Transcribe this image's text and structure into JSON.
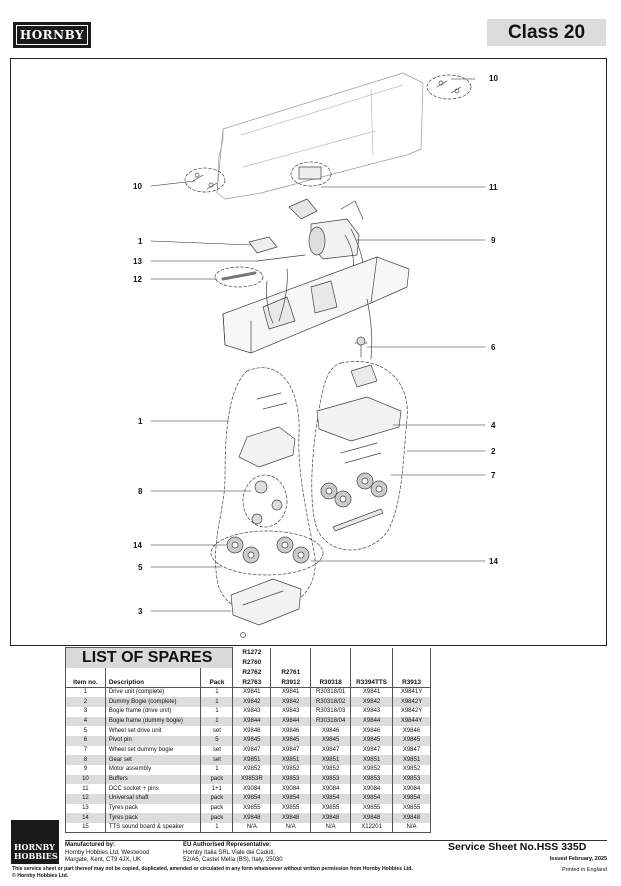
{
  "brand": "HORNBY",
  "title": "Class 20",
  "diagram": {
    "callouts": [
      {
        "id": "c-10a",
        "label": "10"
      },
      {
        "id": "c-10b",
        "label": "10"
      },
      {
        "id": "c-11",
        "label": "11"
      },
      {
        "id": "c-1a",
        "label": "1"
      },
      {
        "id": "c-9",
        "label": "9"
      },
      {
        "id": "c-13",
        "label": "13"
      },
      {
        "id": "c-12",
        "label": "12"
      },
      {
        "id": "c-6",
        "label": "6"
      },
      {
        "id": "c-1b",
        "label": "1"
      },
      {
        "id": "c-4",
        "label": "4"
      },
      {
        "id": "c-2",
        "label": "2"
      },
      {
        "id": "c-7",
        "label": "7"
      },
      {
        "id": "c-8",
        "label": "8"
      },
      {
        "id": "c-14a",
        "label": "14"
      },
      {
        "id": "c-14b",
        "label": "14"
      },
      {
        "id": "c-5",
        "label": "5"
      },
      {
        "id": "c-3",
        "label": "3"
      }
    ]
  },
  "spares": {
    "title": "LIST OF SPARES",
    "header_top": [
      "R1272",
      "",
      "",
      "",
      ""
    ],
    "header_mid1": [
      "R2760",
      "R2761",
      "",
      "",
      ""
    ],
    "header_mid2": [
      "R2762",
      "",
      "",
      "",
      ""
    ],
    "columns": {
      "item": "Item no.",
      "description": "Description",
      "pack": "Pack",
      "models": [
        "R2763",
        "R3912",
        "R30318",
        "R3394TTS",
        "R3913"
      ]
    },
    "rows": [
      {
        "item": "1",
        "desc": "Drive unit (complete)",
        "pack": "1",
        "v": [
          "X9841",
          "X9841",
          "R30318/01",
          "X9841",
          "X9841Y"
        ]
      },
      {
        "item": "2",
        "desc": "Dummy Bogie (complete)",
        "pack": "1",
        "v": [
          "X9842",
          "X9842",
          "R30318/02",
          "X9842",
          "X9842Y"
        ]
      },
      {
        "item": "3",
        "desc": "Bogie frame (drive unit)",
        "pack": "1",
        "v": [
          "X9843",
          "X9843",
          "R30318/03",
          "X9843",
          "X9842Y"
        ]
      },
      {
        "item": "4",
        "desc": "Bogie frame (dummy bogie)",
        "pack": "1",
        "v": [
          "X9844",
          "X9844",
          "R30318/04",
          "X9844",
          "X9844Y"
        ]
      },
      {
        "item": "5",
        "desc": "Wheel set drive unit",
        "pack": "set",
        "v": [
          "X9846",
          "X9846",
          "X9846",
          "X9846",
          "X9846"
        ]
      },
      {
        "item": "6",
        "desc": "Pivot pin",
        "pack": "5",
        "v": [
          "X9845",
          "X9845",
          "X9845",
          "X9845",
          "X9845"
        ]
      },
      {
        "item": "7",
        "desc": "Wheel set dummy bogie",
        "pack": "set",
        "v": [
          "X9847",
          "X9847",
          "X9847",
          "X9847",
          "X9847"
        ]
      },
      {
        "item": "8",
        "desc": "Gear set",
        "pack": "set",
        "v": [
          "X9851",
          "X9851",
          "X9851",
          "X9851",
          "X9851"
        ]
      },
      {
        "item": "9",
        "desc": "Motor assembly",
        "pack": "1",
        "v": [
          "X9852",
          "X9852",
          "X9852",
          "X9852",
          "X9852"
        ]
      },
      {
        "item": "10",
        "desc": "Buffers",
        "pack": "pack",
        "v": [
          "X9853R",
          "X9853",
          "X9853",
          "X9853",
          "X9853"
        ]
      },
      {
        "item": "11",
        "desc": "DCC socket + pins",
        "pack": "1+1",
        "v": [
          "X9084",
          "X9084",
          "X9084",
          "X9084",
          "X9084"
        ]
      },
      {
        "item": "12",
        "desc": "Universal shaft",
        "pack": "pack",
        "v": [
          "X9854",
          "X9854",
          "X9854",
          "X9854",
          "X9854"
        ]
      },
      {
        "item": "13",
        "desc": "Tyres pack",
        "pack": "pack",
        "v": [
          "X9855",
          "X9855",
          "X9855",
          "X9855",
          "X9855"
        ]
      },
      {
        "item": "14",
        "desc": "Tyres pack",
        "pack": "pack",
        "v": [
          "X9848",
          "X9848",
          "X9848",
          "X9848",
          "X9848"
        ]
      },
      {
        "item": "15",
        "desc": "TTS sound board & speaker",
        "pack": "1",
        "v": [
          "N/A",
          "N/A",
          "N/A",
          "X12201",
          "N/A"
        ]
      }
    ]
  },
  "footer": {
    "hh_logo_line1": "HORNBY",
    "hh_logo_line2": "HOBBIES",
    "manufactured_label": "Manufactured by:",
    "manufactured_line1": "Hornby Hobbies Ltd, Westwood",
    "manufactured_line2": "Margate, Kent, CT9 4JX, UK",
    "eu_label": "EU Authorised Representative:",
    "eu_line1": "Hornby Italia SRL Viale dei Caduti,",
    "eu_line2": "52/A6, Castel Mella (BS), Italy, 25030",
    "service_sheet": "Service Sheet No.HSS 335D",
    "issued": "Issued February, 2025",
    "printed": "Printed in England",
    "disclaimer": "This service sheet or part thereof may not be copied, duplicated, amended or circulated in any form whatsoever without written permission from Hornby Hobbies Ltd.",
    "copyright": "© Hornby Hobbies Ltd."
  }
}
